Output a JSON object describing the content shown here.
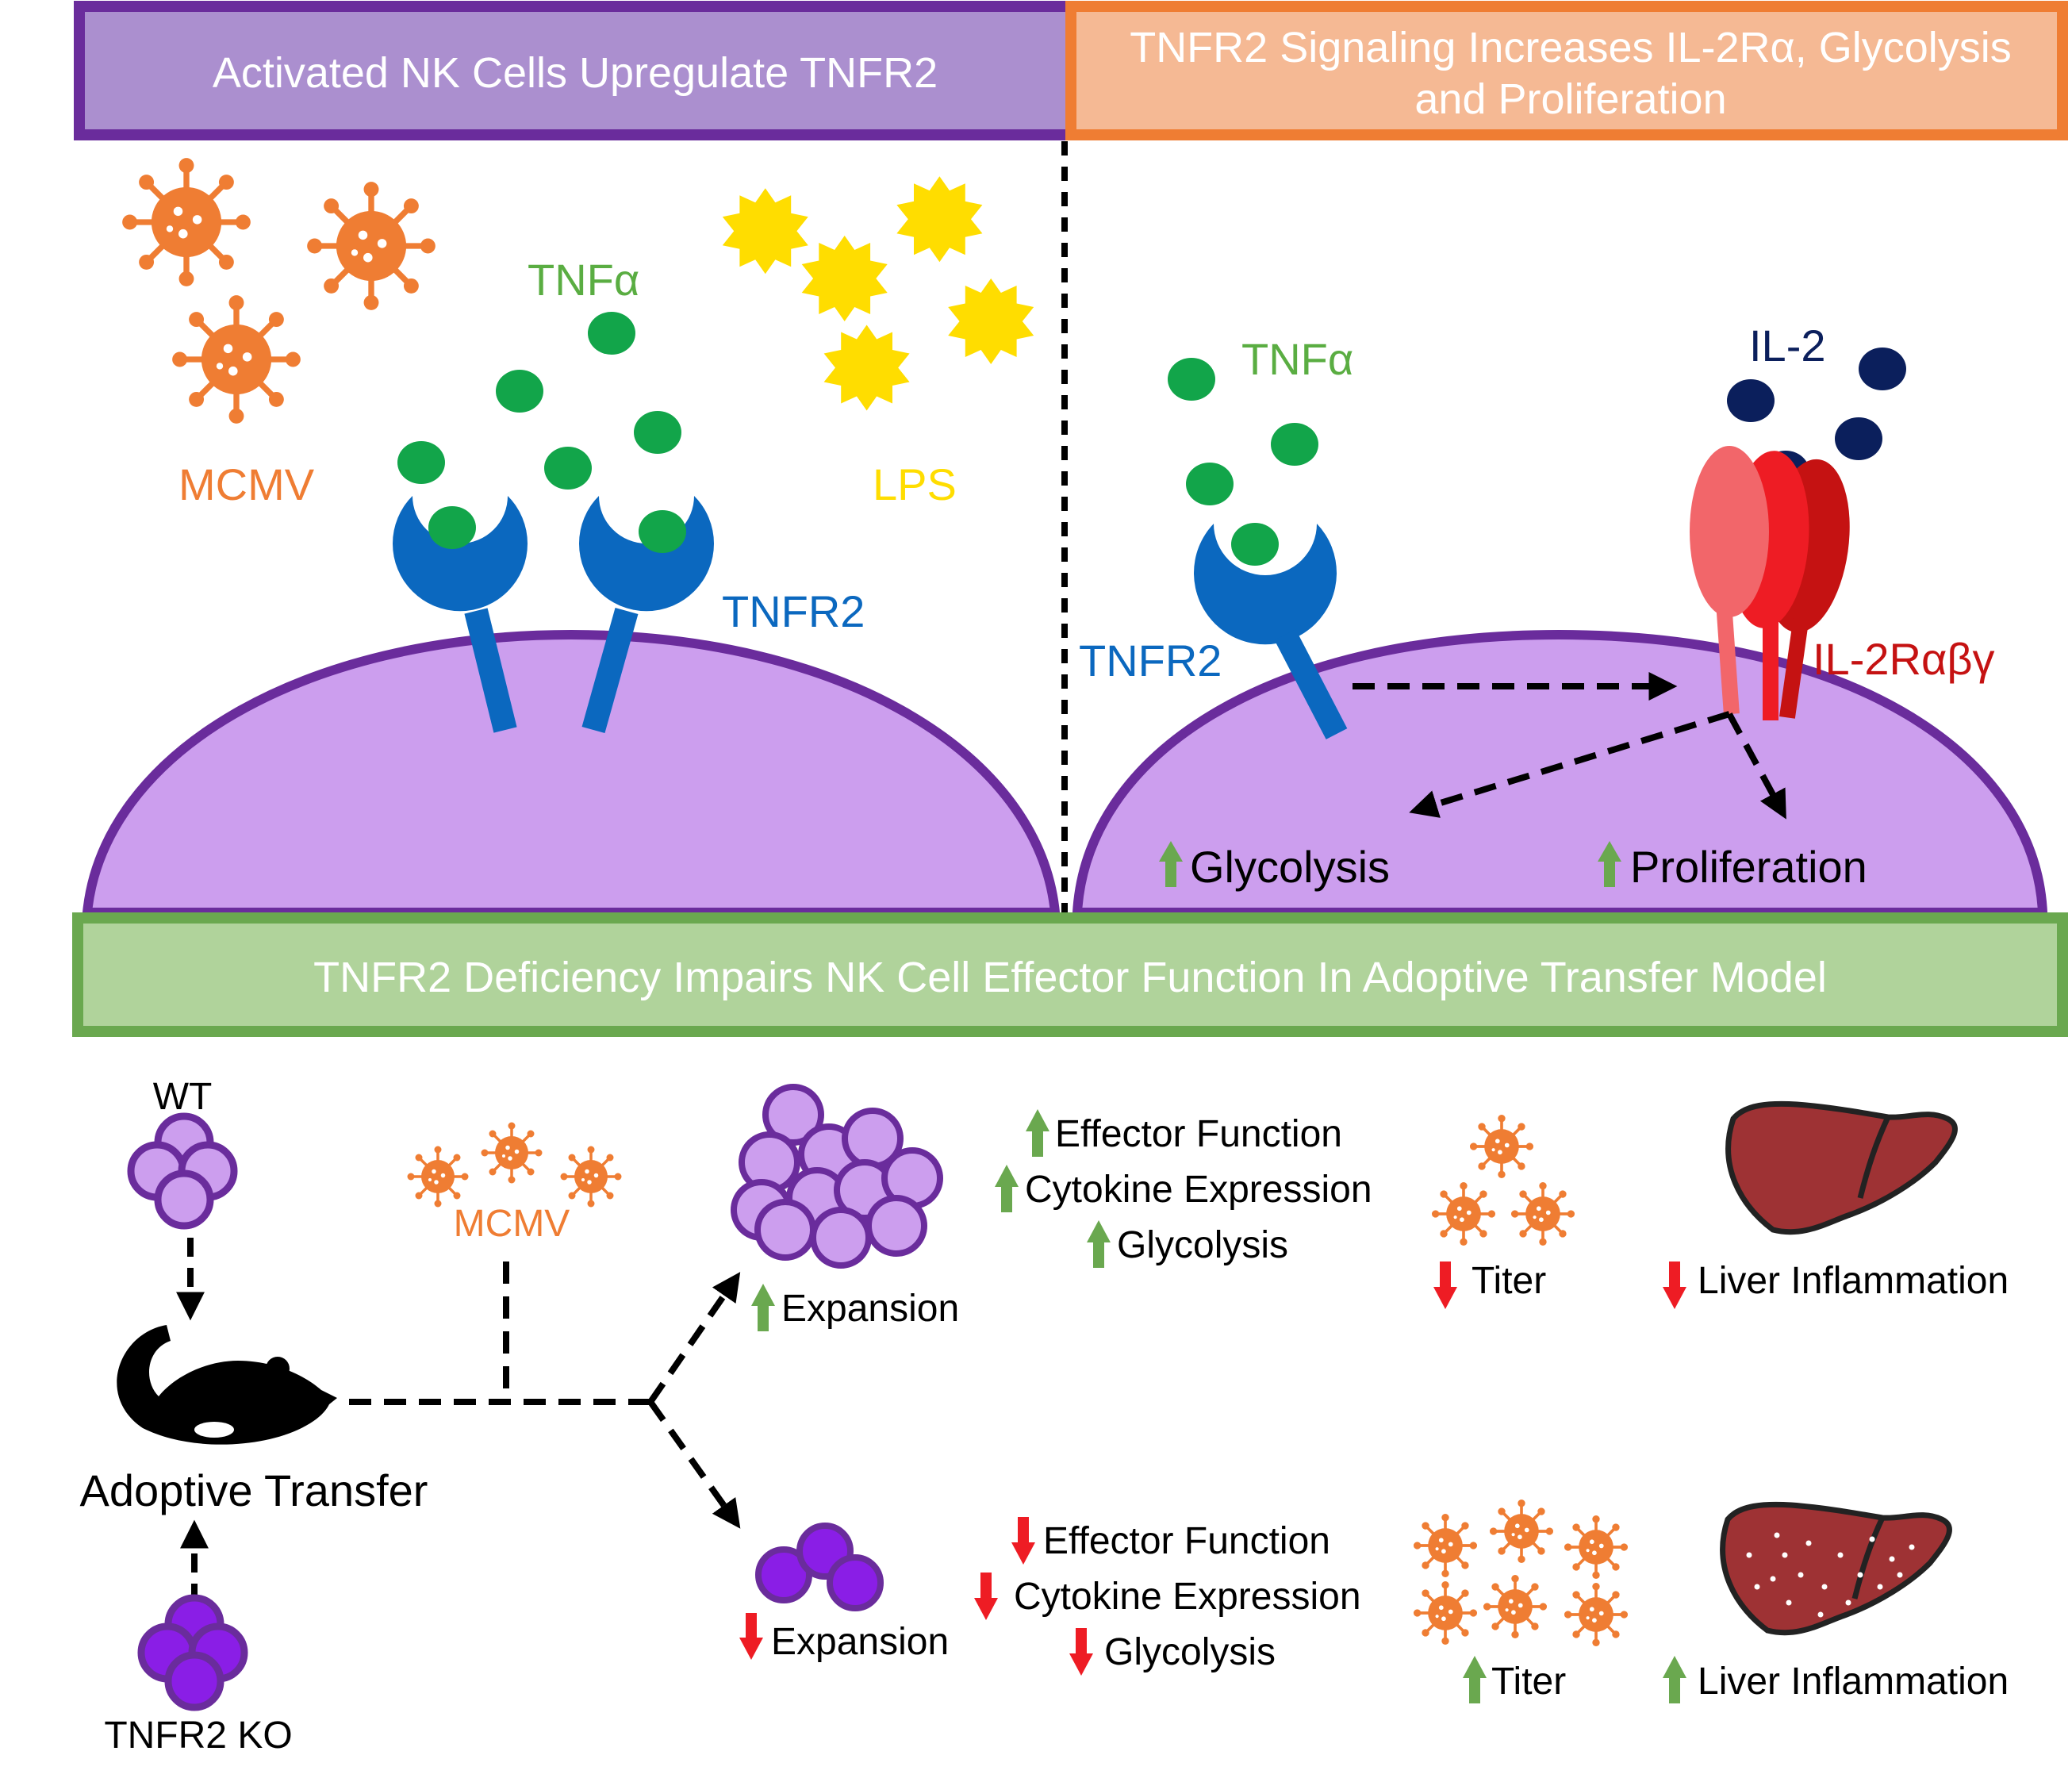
{
  "panels": {
    "left_header": "Activated NK Cells Upregulate TNFR2",
    "right_header_line1": "TNFR2 Signaling Increases IL-2Rα, Glycolysis",
    "right_header_line2": "and Proliferation",
    "bottom_header": "TNFR2 Deficiency Impairs NK Cell Effector Function In Adoptive Transfer Model"
  },
  "left_panel": {
    "mcmv": "MCMV",
    "tnfa": "TNFα",
    "lps": "LPS",
    "tnfr2": "TNFR2"
  },
  "right_panel": {
    "tnfa": "TNFα",
    "il2": "IL-2",
    "tnfr2": "TNFR2",
    "il2r": "IL-2Rαβγ",
    "glycolysis": "Glycolysis",
    "proliferation": "Proliferation"
  },
  "model": {
    "wt": "WT",
    "mcmv": "MCMV",
    "adoptive_transfer": "Adoptive Transfer",
    "ko": "TNFR2 KO",
    "wt_outcome": {
      "expansion": "Expansion",
      "effector": "Effector Function",
      "cytokine": "Cytokine Expression",
      "glycolysis": "Glycolysis",
      "titer": "Titer",
      "liver": "Liver Inflammation"
    },
    "ko_outcome": {
      "expansion": "Expansion",
      "effector": "Effector Function",
      "cytokine": "Cytokine Expression",
      "glycolysis": "Glycolysis",
      "titer": "Titer",
      "liver": "Liver Inflammation"
    }
  },
  "colors": {
    "purple_border": "#6a2c9c",
    "purple_header": "#ab8fcf",
    "cell_fill": "#cc9eee",
    "orange": "#ef7d33",
    "orange_header": "#f5b994",
    "green": "#6aa84f",
    "green_header": "#b0d39b",
    "tnfa_green": "#12a54a",
    "tnfa_text": "#5aad42",
    "receptor_blue": "#0b68bf",
    "lps_yellow": "#ffdd00",
    "il2_navy": "#0b1f5c",
    "il2r_red": "#c51212",
    "ko_purple": "#8a1ee6",
    "liver": "#9e3234",
    "arrow_up": "#6aa84f",
    "arrow_down": "#ee1c24"
  },
  "icons": [
    "virus-icon",
    "star-icon",
    "mouse-icon",
    "liver-icon",
    "up-arrow-icon",
    "down-arrow-icon"
  ]
}
